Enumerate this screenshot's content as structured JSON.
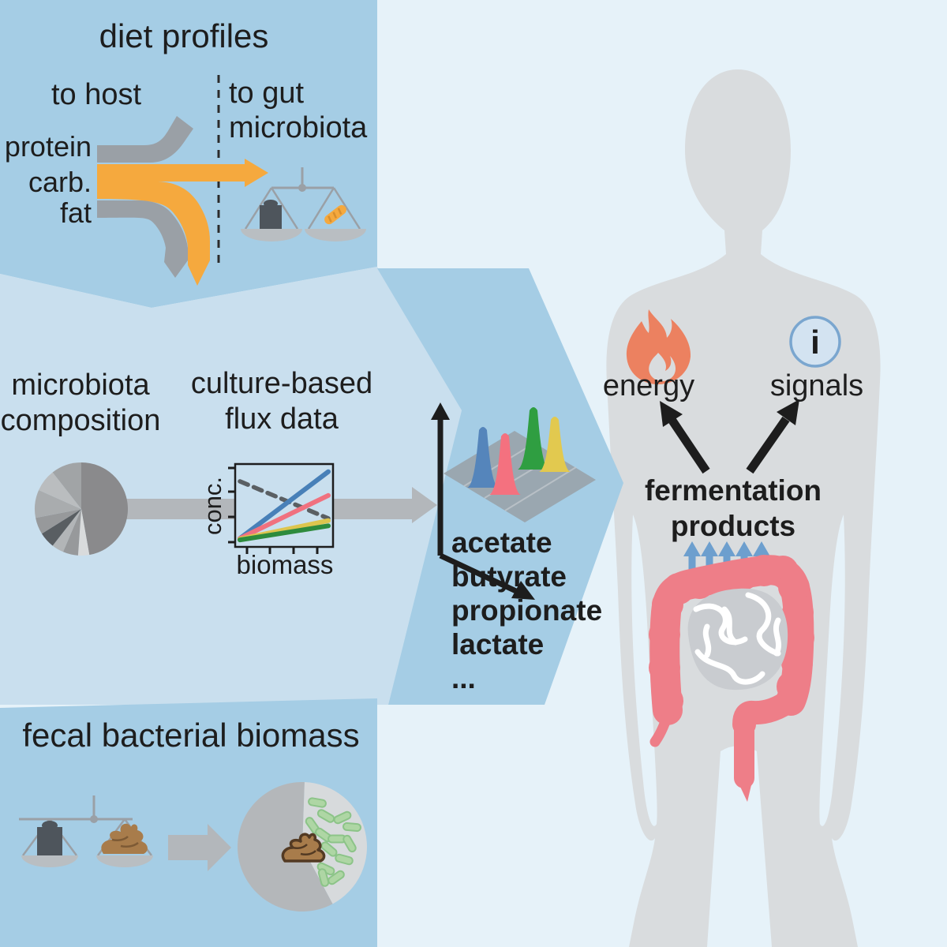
{
  "figure": {
    "diet": {
      "title": "diet profiles",
      "to_host": "to host",
      "to_gut_line1": "to gut",
      "to_gut_line2": "microbiota",
      "nutrients": [
        "protein",
        "carb.",
        "fat"
      ]
    },
    "middle": {
      "mc_line1": "microbiota",
      "mc_line2": "composition",
      "cb_line1": "culture-based",
      "cb_line2": "flux data",
      "ylabel": "conc.",
      "xlabel": "biomass"
    },
    "metabolites": [
      {
        "label": "acetate",
        "color": "#4a7fb5"
      },
      {
        "label": "butyrate",
        "color": "#f4697f"
      },
      {
        "label": "propionate",
        "color": "#1f9c3d"
      },
      {
        "label": "lactate",
        "color": "#e2c94f"
      },
      {
        "label": "...",
        "color": "#1d1d1d"
      }
    ],
    "host": {
      "energy": "energy",
      "signals": "signals",
      "signals_icon_glyph": "i",
      "ferm_line1": "fermentation",
      "ferm_line2": "products"
    },
    "fecal": {
      "title": "fecal bacterial biomass"
    }
  },
  "colors": {
    "background": "#e6f2f9",
    "panel_blue": "#a5cde5",
    "panel_pale": "#c9dfee",
    "body_gray": "#d9dcde",
    "ink": "#1d1d1d",
    "flame_orange": "#ec8160",
    "info_stroke": "#7aa6cf",
    "info_fill": "#d3e3f1",
    "info_glyph": "#4a545e",
    "colon_pink": "#ee7e88",
    "gut_gray": "#c9ccd0",
    "arrow_blue": "#6d9fce",
    "gray_arrow": "#b3b7bb",
    "sankey_orange": "#f5a93e",
    "sankey_gray": "#9aa0a6",
    "scale_gray": "#9aa0a6",
    "pan_gray": "#b9bec2",
    "weight_dark": "#4e555c",
    "poop_brown": "#a87c4b",
    "poop_outline": "#533a23",
    "bacteria_fill": "#aed6a4",
    "bacteria_stroke": "#8cc488"
  },
  "chart_data": [
    {
      "type": "pie",
      "name": "microbiota-composition-pie",
      "start_deg": 0,
      "slices": [
        {
          "deg": 170,
          "color": "#8a8a8c"
        },
        {
          "deg": 14,
          "color": "#d9dbdc"
        },
        {
          "deg": 19,
          "color": "#97999b"
        },
        {
          "deg": 15,
          "color": "#b2b5b7"
        },
        {
          "deg": 20,
          "color": "#595e62"
        },
        {
          "deg": 21,
          "color": "#97999b"
        },
        {
          "deg": 35,
          "color": "#a9acae"
        },
        {
          "deg": 28,
          "color": "#babdbf"
        },
        {
          "deg": 38,
          "color": "#a1a4a6"
        }
      ]
    },
    {
      "type": "line",
      "name": "culture-based-flux-chart",
      "xlabel": "biomass",
      "ylabel": "conc.",
      "xlim": [
        0,
        1
      ],
      "ylim": [
        0,
        1
      ],
      "grid": false,
      "series": [
        {
          "name": "substrate-declining",
          "style": "dashed",
          "color": "#5a5f63",
          "x": [
            0,
            1
          ],
          "y": [
            0.82,
            0.32
          ]
        },
        {
          "name": "acetate",
          "style": "solid",
          "color": "#4880b8",
          "x": [
            0,
            1
          ],
          "y": [
            0.05,
            0.95
          ]
        },
        {
          "name": "butyrate",
          "style": "solid",
          "color": "#f0717f",
          "x": [
            0,
            1
          ],
          "y": [
            0.05,
            0.63
          ]
        },
        {
          "name": "lactate",
          "style": "solid",
          "color": "#ddc54e",
          "x": [
            0,
            1
          ],
          "y": [
            0.04,
            0.29
          ]
        },
        {
          "name": "propionate",
          "style": "solid",
          "color": "#2e8b3d",
          "x": [
            0,
            1
          ],
          "y": [
            0.03,
            0.22
          ]
        }
      ]
    },
    {
      "type": "area",
      "name": "metabolite-spectra-3d",
      "peaks": [
        {
          "name": "acetate",
          "color": "#5585bb",
          "x": 612,
          "base": 618,
          "tip": 537
        },
        {
          "name": "butyrate",
          "color": "#f4717f",
          "x": 640,
          "base": 627,
          "tip": 545
        },
        {
          "name": "propionate",
          "color": "#2f9e41",
          "x": 676,
          "base": 595,
          "tip": 512
        },
        {
          "name": "lactate",
          "color": "#e2c94f",
          "x": 703,
          "base": 598,
          "tip": 524
        }
      ]
    },
    {
      "type": "pie",
      "name": "fecal-biomass-pie",
      "start_deg": 2,
      "slices": [
        {
          "deg": 150,
          "color": "#d7dadc"
        },
        {
          "deg": 210,
          "color": "#b4b7ba"
        }
      ]
    }
  ]
}
